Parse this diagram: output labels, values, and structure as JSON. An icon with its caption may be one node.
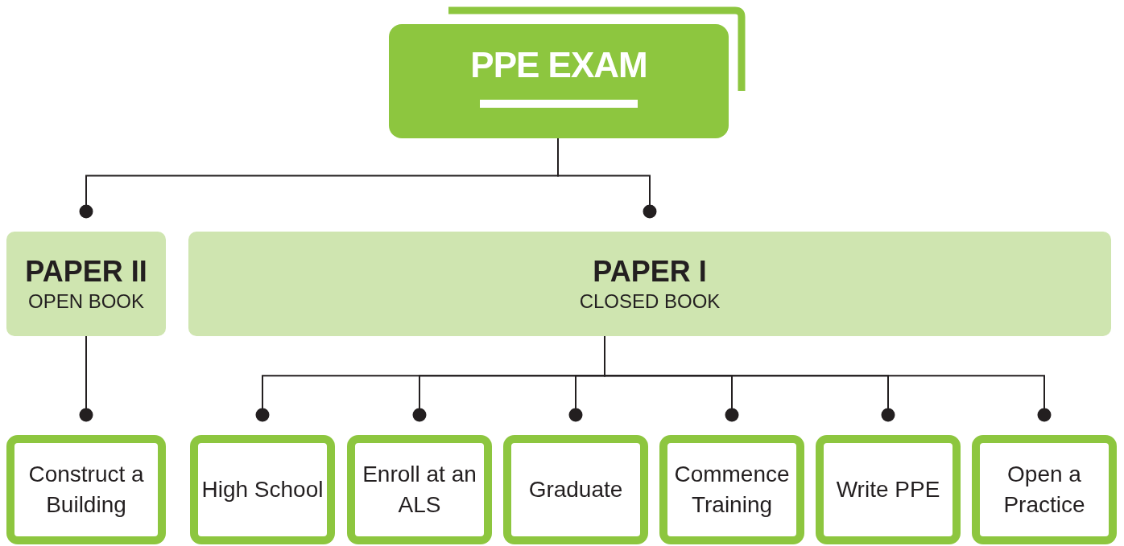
{
  "diagram": {
    "nodes": [
      {
        "text": [
          "PPE EXAM"
        ]
      },
      {
        "text": [
          "PAPER II",
          "OPEN BOOK"
        ]
      },
      {
        "text": [
          "PAPER I",
          "CLOSED BOOK"
        ]
      },
      {
        "text": [
          "Construct a Building"
        ]
      },
      {
        "text": [
          "High School"
        ]
      },
      {
        "text": [
          "Enroll at an ALS"
        ]
      },
      {
        "text": [
          "Graduate"
        ]
      },
      {
        "text": [
          "Commence Training"
        ]
      },
      {
        "text": [
          "Write PPE"
        ]
      },
      {
        "text": [
          "Open a Practice"
        ]
      }
    ],
    "edges": [
      {
        "from": 0,
        "to": 1,
        "arrow": "other"
      },
      {
        "from": 0,
        "to": 2,
        "arrow": "other"
      },
      {
        "from": 1,
        "to": 3,
        "arrow": "other"
      },
      {
        "from": 2,
        "to": 4,
        "arrow": "other"
      },
      {
        "from": 2,
        "to": 5,
        "arrow": "other"
      },
      {
        "from": 2,
        "to": 6,
        "arrow": "other"
      },
      {
        "from": 2,
        "to": 7,
        "arrow": "other"
      },
      {
        "from": 2,
        "to": 8,
        "arrow": "other"
      },
      {
        "from": 2,
        "to": 9,
        "arrow": "other"
      }
    ]
  }
}
